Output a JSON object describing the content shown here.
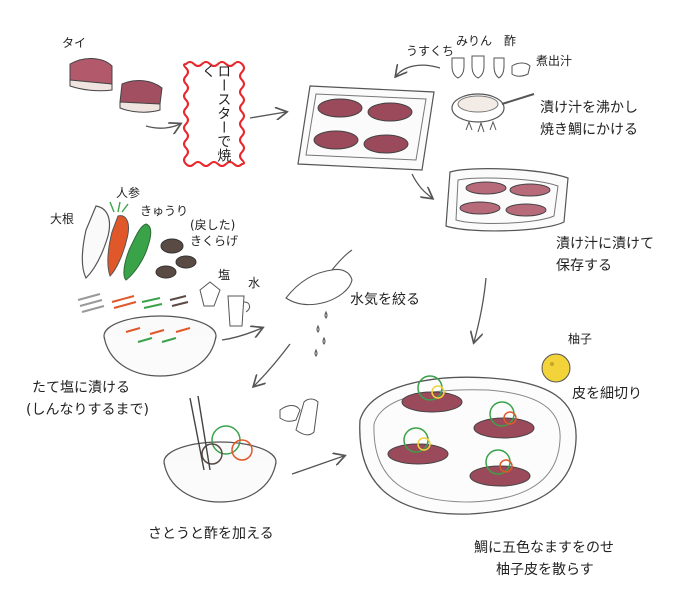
{
  "labels": {
    "tai": "タイ",
    "roaster": "ロースターで焼く",
    "usukuchi": "うすくち",
    "mirin": "みりん",
    "su": "酢",
    "nidashijiru": "煮出汁",
    "boil_marinade_line1": "漬け汁を沸かし",
    "boil_marinade_line2": "焼き鯛にかける",
    "store_line1": "漬け汁に漬けて",
    "store_line2": "保存する",
    "ninjin": "人参",
    "daikon": "大根",
    "kyuuri": "きゅうり",
    "kikurage_line1": "(戻した)",
    "kikurage_line2": "きくらげ",
    "shio": "塩",
    "mizu": "水",
    "squeeze": "水気を絞る",
    "tateshio_line1": "たて塩に漬ける",
    "tateshio_line2": "(しんなりするまで)",
    "add_sugar_vinegar": "さとうと酢を加える",
    "yuzu": "柚子",
    "yuzu_peel": "皮を細切り",
    "final_line1": "鯛に五色なますをのせ",
    "final_line2": "柚子皮を散らす"
  },
  "colors": {
    "roaster_border": "#e8262b",
    "fish": "#9a4a5a",
    "carrot": "#e0582a",
    "cucumber": "#3aa34a",
    "kikurage": "#5a4a44",
    "yuzu": "#f2d43a",
    "line": "#555555"
  }
}
